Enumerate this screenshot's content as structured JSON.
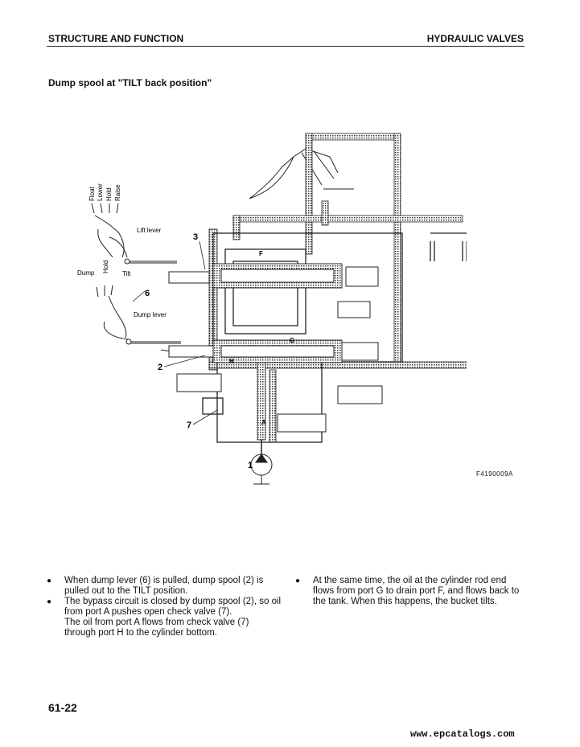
{
  "header": {
    "left": "STRUCTURE AND FUNCTION",
    "right": "HYDRAULIC VALVES"
  },
  "section_title": "Dump spool at \"TILT back position\"",
  "diagram": {
    "lever_positions": [
      "Float",
      "Lower",
      "Hold",
      "Raise"
    ],
    "lift_lever": "Lift lever",
    "dump": "Dump",
    "hold": "Hold",
    "tilt": "Tilt",
    "dump_lever": "Dump lever",
    "callouts": [
      "3",
      "6",
      "2",
      "7",
      "1"
    ],
    "ports": [
      "F",
      "G",
      "H",
      "A"
    ],
    "figure_code": "F4190009A"
  },
  "text": {
    "left_b1": "When dump lever (6) is pulled, dump spool (2) is pulled out to the TILT position.",
    "left_b2": "The bypass circuit is closed by dump spool (2), so oil from port A pushes open check valve (7).",
    "left_sub": "The oil from port A flows from check valve (7) through port H to the cylinder bottom.",
    "right_b1": "At the same time, the oil at the cylinder rod end flows from port G to drain port F, and flows back to the tank. When this happens, the bucket tilts."
  },
  "page_number": "61-22",
  "watermark": "www.epcatalogs.com"
}
